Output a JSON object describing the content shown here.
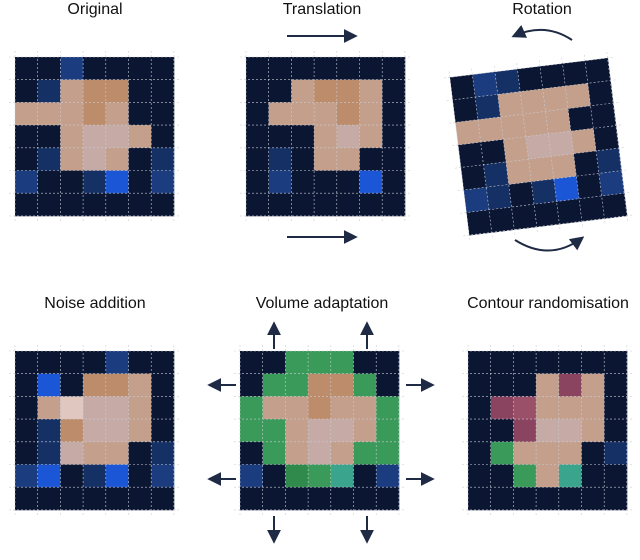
{
  "panels": [
    {
      "id": "original",
      "title": "Original"
    },
    {
      "id": "translation",
      "title": "Translation"
    },
    {
      "id": "rotation",
      "title": "Rotation"
    },
    {
      "id": "noise",
      "title": "Noise addition"
    },
    {
      "id": "volume",
      "title": "Volume adaptation"
    },
    {
      "id": "contour",
      "title": "Contour randomisation"
    }
  ],
  "colors": {
    "background_dark": "#0b1633",
    "tissue": "#c4a08c",
    "tissue_light": "#c6aaa6",
    "noise_blue": "#1a56d6",
    "volume_green": "#3a9a5a",
    "contour_magenta": "#8a4460",
    "arrow": "#1f2a44"
  },
  "icons": [
    "arrow-right-icon",
    "arrow-curved-icon",
    "arrow-up-icon",
    "arrow-down-icon",
    "arrow-left-icon"
  ]
}
